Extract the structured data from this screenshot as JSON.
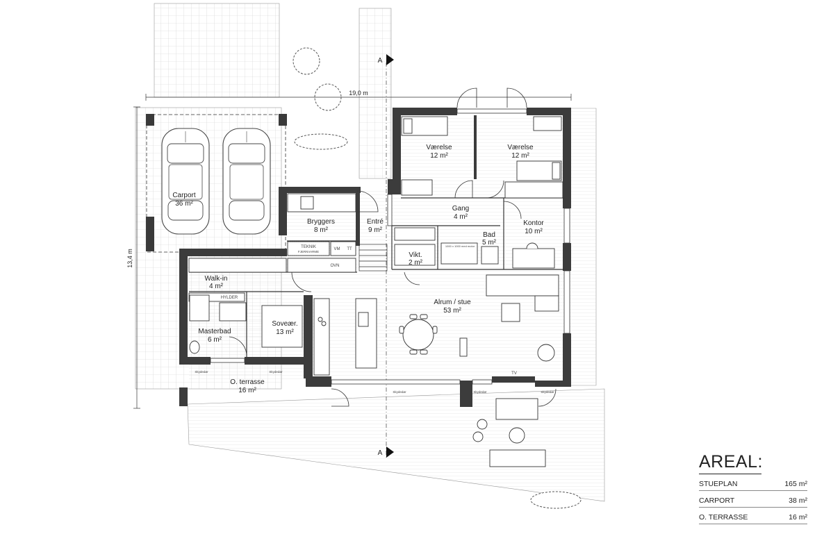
{
  "plan": {
    "overall_width": "19,0 m",
    "overall_depth": "13,4 m",
    "section_marker": "A"
  },
  "rooms": {
    "carport": {
      "name": "Carport",
      "area": "36 m²"
    },
    "vaerelse1": {
      "name": "Værelse",
      "area": "12 m²"
    },
    "vaerelse2": {
      "name": "Værelse",
      "area": "12 m²"
    },
    "gang": {
      "name": "Gang",
      "area": "4 m²"
    },
    "kontor": {
      "name": "Kontor",
      "area": "10 m²"
    },
    "bryggers": {
      "name": "Bryggers",
      "area": "8 m²"
    },
    "entre": {
      "name": "Entré",
      "area": "9 m²"
    },
    "bad": {
      "name": "Bad",
      "area": "5 m²"
    },
    "vikt": {
      "name": "Vikt.",
      "area": "2 m²"
    },
    "walkin": {
      "name": "Walk-in",
      "area": "4 m²"
    },
    "alrum": {
      "name": "Alrum / stue",
      "area": "53 m²"
    },
    "sovevaer": {
      "name": "Soveær.",
      "area": "13 m²"
    },
    "masterbad": {
      "name": "Masterbad",
      "area": "6 m²"
    },
    "terrasse": {
      "name": "O. terrasse",
      "area": "16 m²"
    }
  },
  "labels": {
    "teknik": "TEKNIK",
    "fjernvarme": "FJERNVARME",
    "vm": "VM",
    "tt": "TT",
    "ovn": "OVN",
    "hylder": "HYLDER",
    "tv": "TV",
    "skydedor": "Skydedør",
    "brusedor": "1000 x 1000 med motor"
  },
  "areal": {
    "title": "AREAL:",
    "rows": [
      {
        "label": "STUEPLAN",
        "value": "165 m²"
      },
      {
        "label": "CARPORT",
        "value": "38 m²"
      },
      {
        "label": "O. TERRASSE",
        "value": "16 m²"
      }
    ]
  }
}
